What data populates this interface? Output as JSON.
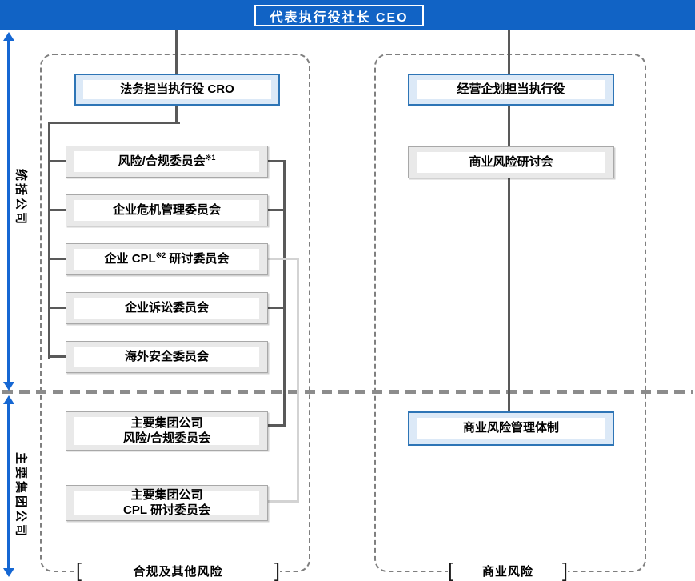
{
  "header": {
    "title": "代表执行役社长 CEO"
  },
  "left_axis": {
    "top_label": "统括公司",
    "bottom_label": "主要集团公司"
  },
  "compliance_group": {
    "executive": "法务担当执行役 CRO",
    "committees": [
      {
        "pre": "风险/合规委员会",
        "sup": "※1",
        "post": ""
      },
      {
        "pre": "企业危机管理委员会",
        "sup": "",
        "post": ""
      },
      {
        "pre": "企业 CPL",
        "sup": "※2",
        "post": " 研讨委员会"
      },
      {
        "pre": "企业诉讼委员会",
        "sup": "",
        "post": ""
      },
      {
        "pre": "海外安全委员会",
        "sup": "",
        "post": ""
      }
    ],
    "group_committees": [
      {
        "line1": "主要集团公司",
        "line2": "风险/合规委员会"
      },
      {
        "line1": "主要集团公司",
        "line2": "CPL 研讨委员会"
      }
    ],
    "footer": {
      "open": "[",
      "label": "合规及其他风险",
      "close": "]"
    }
  },
  "business_group": {
    "executive": "经营企划担当执行役",
    "committee": "商业风险研讨会",
    "system": "商业风险管理体制",
    "footer": {
      "open": "[",
      "label": "商业风险",
      "close": "]"
    }
  },
  "colors": {
    "bar_blue": "#1163C5",
    "arrow_blue": "#1567D3",
    "box_blue_border": "#2E75B6",
    "box_blue_fill": "#DCE9F7",
    "box_gray_border": "#A8A8A8",
    "box_gray_fill": "#E9E9E9",
    "connector_dark": "#595959",
    "connector_light": "#D3D3D3",
    "dashed_border": "#7F7F7F"
  }
}
